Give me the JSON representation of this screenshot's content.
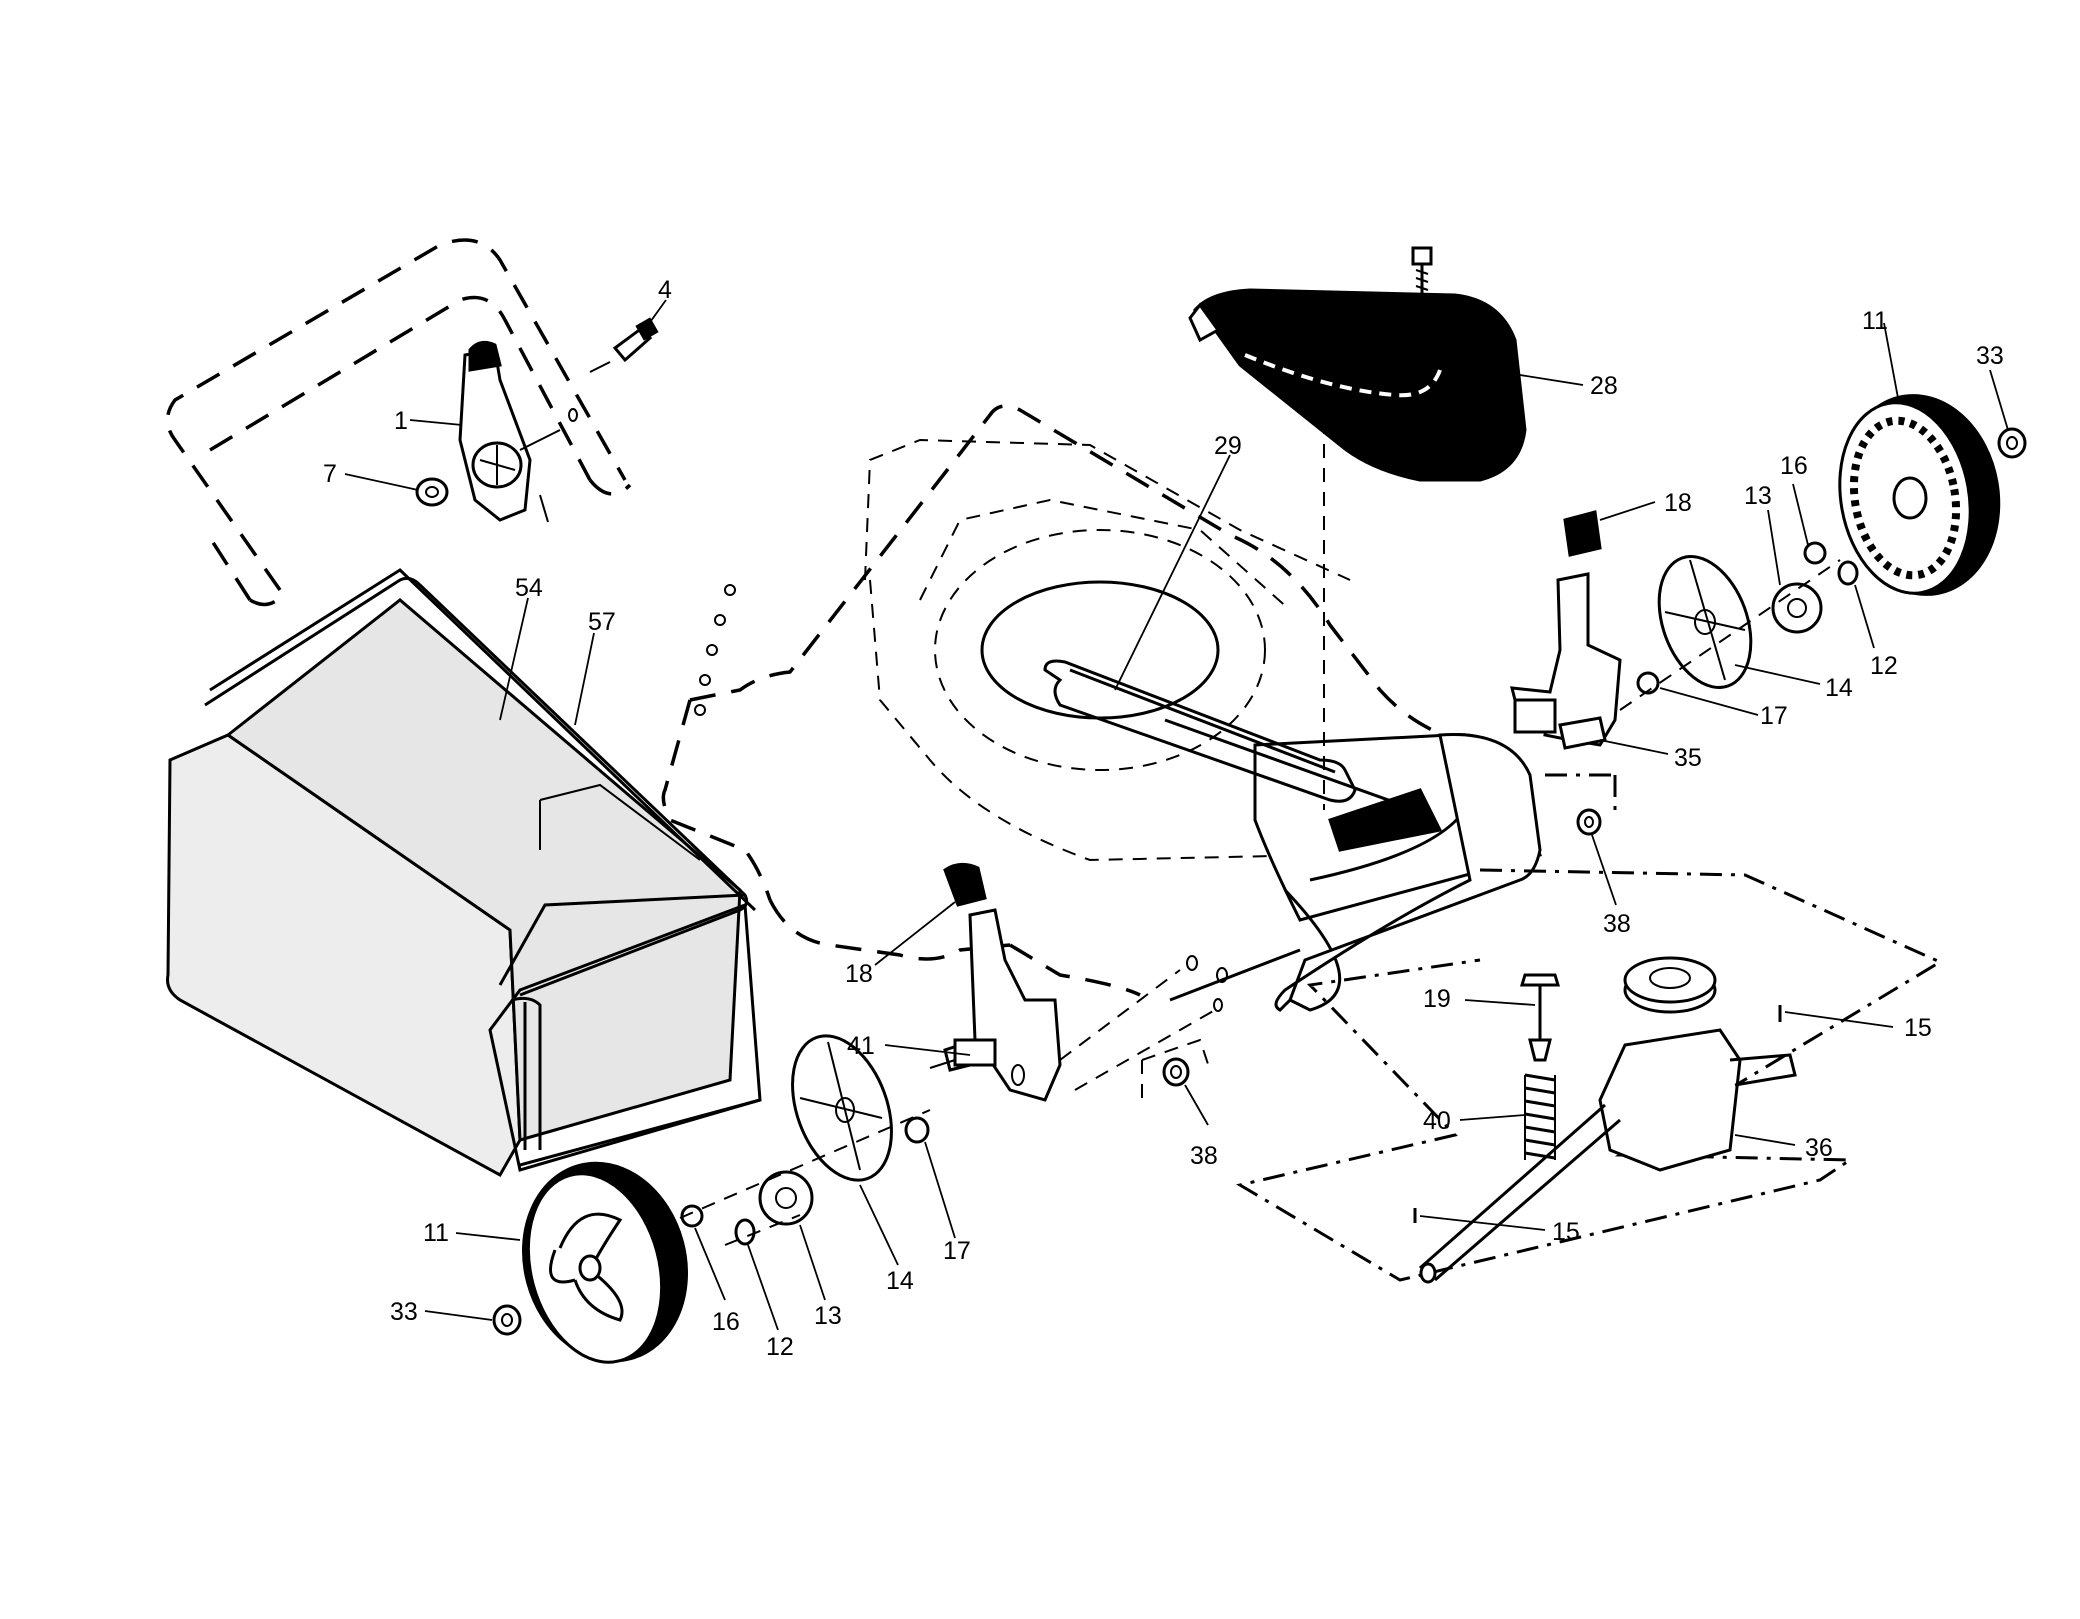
{
  "callouts": {
    "c1": "1",
    "c4": "4",
    "c7": "7",
    "c11a": "11",
    "c11b": "11",
    "c12a": "12",
    "c12b": "12",
    "c13a": "13",
    "c13b": "13",
    "c14a": "14",
    "c14b": "14",
    "c15a": "15",
    "c15b": "15",
    "c16a": "16",
    "c16b": "16",
    "c17a": "17",
    "c17b": "17",
    "c18a": "18",
    "c18b": "18",
    "c19": "19",
    "c28": "28",
    "c29": "29",
    "c33a": "33",
    "c33b": "33",
    "c35": "35",
    "c36": "36",
    "c38a": "38",
    "c38b": "38",
    "c40": "40",
    "c41": "41",
    "c54": "54",
    "c57": "57"
  },
  "parts": {
    "handle": "upper-handle",
    "lever_assembly": "cable-control-lever",
    "bolt": "bolt",
    "nut": "nut",
    "wheel": "wheel",
    "gear": "drive-gear",
    "hubcap": "wheel-cover",
    "washer": "washer",
    "pin": "roll-pin",
    "height_adjuster": "height-adjuster",
    "discharge_cover": "rear-deflector",
    "deck": "mower-deck",
    "transmission": "transmission",
    "axle_bracket": "axle-bracket",
    "grass_bag": "grass-catcher-bag",
    "bag_frame": "bag-frame",
    "spring": "spring",
    "knob": "adjuster-knob"
  }
}
